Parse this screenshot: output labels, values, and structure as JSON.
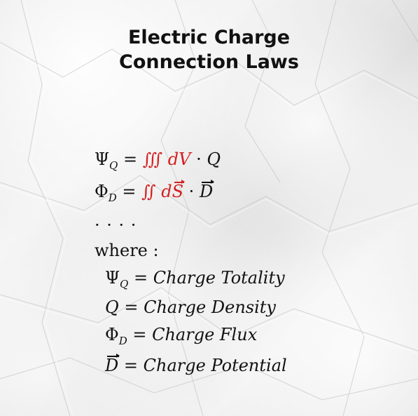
{
  "title": {
    "line1": "Electric Charge",
    "line2": "Connection Laws"
  },
  "equations": [
    {
      "lhs_symbol": "Ψ",
      "lhs_sub": "Q",
      "equals": "=",
      "integral": "∭",
      "differential": "dV",
      "dot": "·",
      "rhs": "Q"
    },
    {
      "lhs_symbol": "Φ",
      "lhs_sub": "D",
      "equals": "=",
      "integral": "∬",
      "differential_d": "d",
      "differential_vec": "S",
      "dot": "·",
      "rhs_vec": "D"
    }
  ],
  "ellipsis": "· · · ·",
  "where_label": "where :",
  "definitions": [
    {
      "symbol": "Ψ",
      "sub": "Q",
      "text": "Charge Totality"
    },
    {
      "symbol": "Q",
      "sub": "",
      "text": "Charge Density"
    },
    {
      "symbol": "Φ",
      "sub": "D",
      "text": "Charge Flux"
    },
    {
      "symbol": "D",
      "sub": "",
      "vector": true,
      "text": "Charge Potential"
    }
  ],
  "colors": {
    "accent_red": "#d42020",
    "text": "#111111"
  }
}
